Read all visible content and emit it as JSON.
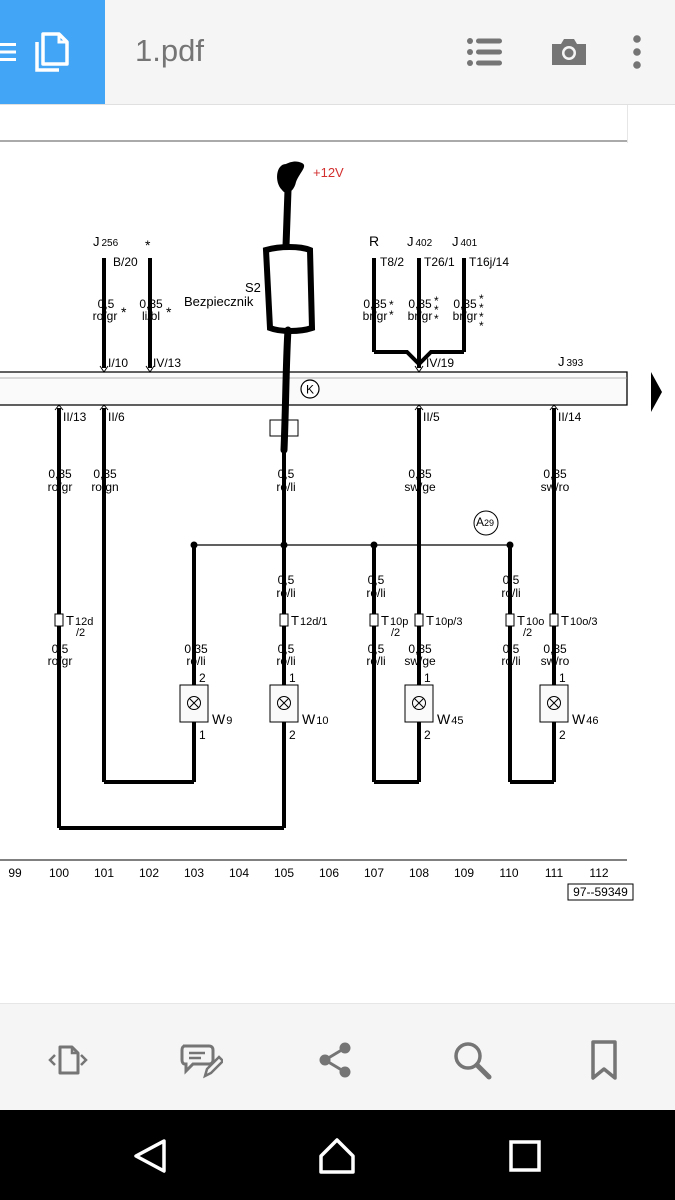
{
  "app": {
    "file_title": "1.pdf"
  },
  "toolbar": {
    "icons": [
      "menu-icon",
      "document-icon",
      "list-icon",
      "camera-icon",
      "more-vert-icon"
    ]
  },
  "schematic": {
    "supply_label": "+12V",
    "fuse_label_1": "S2",
    "fuse_label_2": "Bezpiecznik",
    "top_components": [
      {
        "name": "J",
        "sub": "256",
        "pin": "B/20"
      },
      {
        "name": "*",
        "sub": "",
        "pin": ""
      },
      {
        "name": "R",
        "sub": "",
        "pin": "T8/2"
      },
      {
        "name": "J",
        "sub": "402",
        "pin": "T26/1"
      },
      {
        "name": "J",
        "sub": "401",
        "pin": "T16j/14"
      }
    ],
    "top_wires": [
      {
        "size": "0,5",
        "color": "ro/gr",
        "mark": "*"
      },
      {
        "size": "0,35",
        "color": "li/bl",
        "mark": "*"
      },
      {
        "size": "0,35",
        "color": "br/gr",
        "mark": "**"
      },
      {
        "size": "0,35",
        "color": "br/gr",
        "mark": "***"
      },
      {
        "size": "0,35",
        "color": "br/gr",
        "mark": "****"
      }
    ],
    "bus_top_connectors": [
      "I/10",
      "IV/13",
      "IV/19"
    ],
    "bus_label_name": "J",
    "bus_label_sub": "393",
    "bus_bottom_connectors": [
      "II/13",
      "II/6",
      "II/5",
      "II/14"
    ],
    "ground_symbol": "K",
    "wires_below_bus": [
      {
        "size": "0,35",
        "color": "ro/gr"
      },
      {
        "size": "0,35",
        "color": "ro/gn"
      },
      {
        "size": "0,5",
        "color": "ro/li"
      },
      {
        "size": "0,35",
        "color": "sw/ge"
      },
      {
        "size": "0,35",
        "color": "sw/ro"
      }
    ],
    "junction_label_name": "A",
    "junction_label_sub": "29",
    "branch_wires": [
      {
        "size": "0,5",
        "color": "ro/li"
      },
      {
        "size": "0,5",
        "color": "ro/li"
      },
      {
        "size": "0,5",
        "color": "ro/li"
      }
    ],
    "connectors_mid": [
      {
        "name": "T",
        "sub": "12d",
        "extra": "/2"
      },
      {
        "name": "T",
        "sub": "12d/1",
        "extra": ""
      },
      {
        "name": "T",
        "sub": "10p",
        "extra": "/2"
      },
      {
        "name": "T",
        "sub": "10p/3",
        "extra": ""
      },
      {
        "name": "T",
        "sub": "10o",
        "extra": "/2"
      },
      {
        "name": "T",
        "sub": "10o/3",
        "extra": ""
      }
    ],
    "lower_wires": [
      {
        "size": "0,5",
        "color": "ro/gr"
      },
      {
        "size": "0,35",
        "color": "ro/li"
      },
      {
        "size": "0,5",
        "color": "ro/li"
      },
      {
        "size": "0,5",
        "color": "ro/li"
      },
      {
        "size": "0,35",
        "color": "sw/ge"
      },
      {
        "size": "0,5",
        "color": "ro/li"
      },
      {
        "size": "0,35",
        "color": "sw/ro"
      }
    ],
    "lamps": [
      {
        "name": "W",
        "sub": "9",
        "pin_top": "2",
        "pin_bottom": "1"
      },
      {
        "name": "W",
        "sub": "10",
        "pin_top": "1",
        "pin_bottom": "2"
      },
      {
        "name": "W",
        "sub": "45",
        "pin_top": "1",
        "pin_bottom": "2"
      },
      {
        "name": "W",
        "sub": "46",
        "pin_top": "1",
        "pin_bottom": "2"
      }
    ],
    "column_numbers": [
      "99",
      "100",
      "101",
      "102",
      "103",
      "104",
      "105",
      "106",
      "107",
      "108",
      "109",
      "110",
      "111",
      "112"
    ],
    "diagram_ref": "97--59349"
  },
  "bottombar": {
    "icons": [
      "pages-icon",
      "comment-icon",
      "share-icon",
      "search-icon",
      "bookmark-icon"
    ]
  },
  "navbar": {
    "icons": [
      "back-icon",
      "home-icon",
      "recents-icon"
    ]
  },
  "colors": {
    "accent": "#42a5f5",
    "toolbar_bg": "#f5f5f5",
    "icon_gray": "#757575",
    "supply_red": "#d32f2f"
  }
}
